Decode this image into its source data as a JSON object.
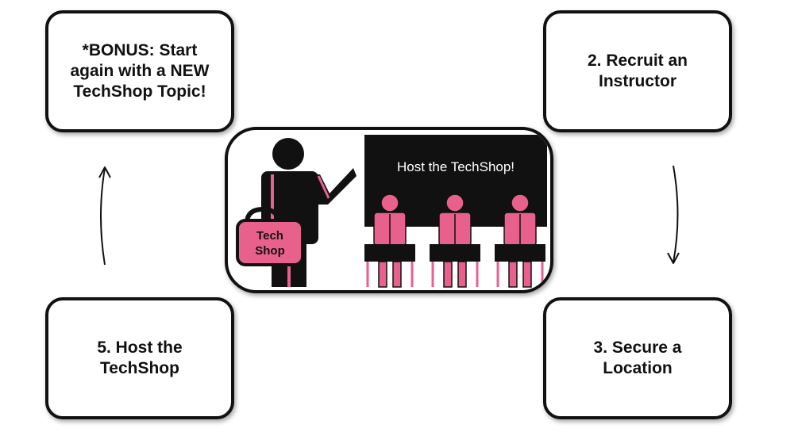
{
  "steps": {
    "bonus": "*BONUS: Start again with a NEW TechShop Topic!",
    "recruit": "2. Recruit an Instructor",
    "host": "5. Host the TechShop",
    "location": "3. Secure a Location"
  },
  "illustration": {
    "board_text": "Host the TechShop!",
    "bag_line1": "Tech",
    "bag_line2": "Shop",
    "colors": {
      "pink": "#e8618c",
      "black": "#111111",
      "white": "#ffffff"
    }
  },
  "arrows": {
    "left": "up",
    "right": "down"
  }
}
